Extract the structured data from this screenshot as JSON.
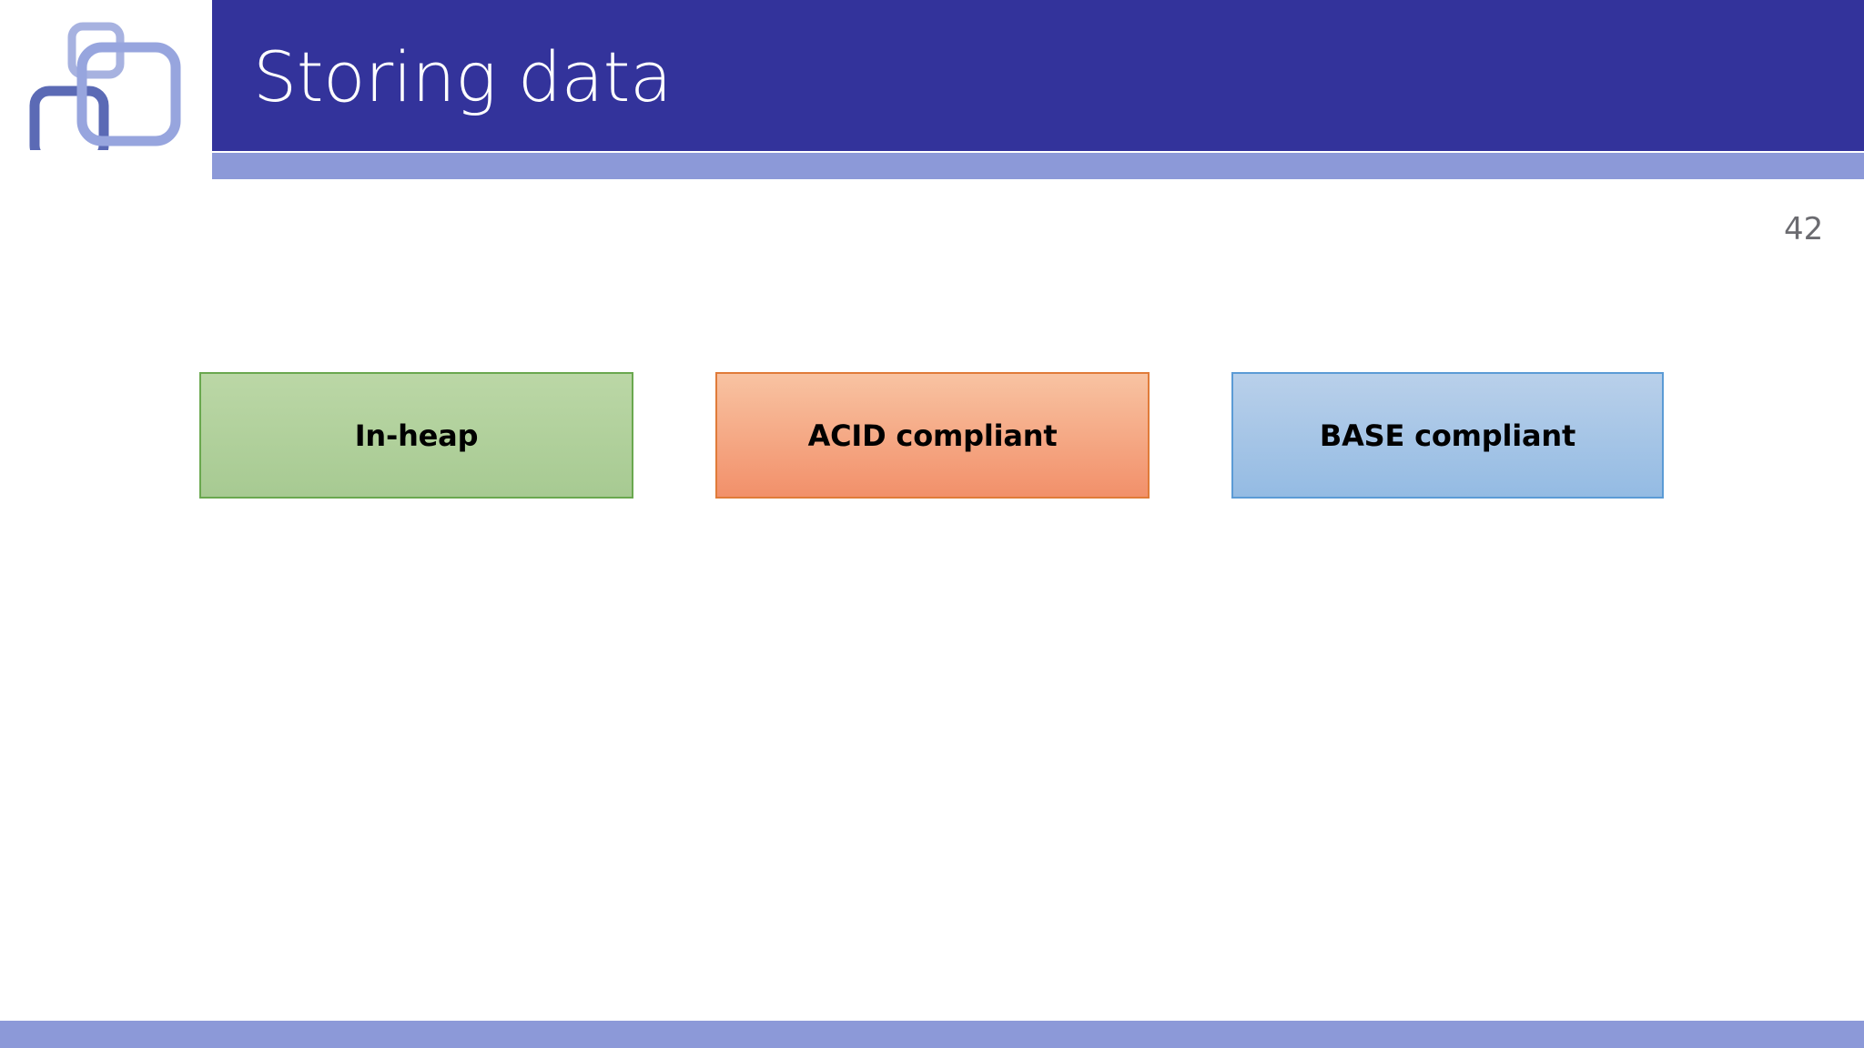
{
  "slide": {
    "title": "Storing data",
    "page_number": "42"
  },
  "logo": {
    "name": "overlapping-squares-logo",
    "colors": {
      "square_small_top": "#a7b2e0",
      "square_large_mid": "#97a5de",
      "square_dark_bottom": "#5b6ab5"
    }
  },
  "header": {
    "band_dark_color": "#33339b",
    "band_light_color": "#8c99d8"
  },
  "boxes": [
    {
      "label": "In-heap",
      "fill_top": "#bbd7a6",
      "fill_bottom": "#a7ca92",
      "border": "#6aa84f"
    },
    {
      "label": "ACID compliant",
      "fill_top": "#f8c3a2",
      "fill_bottom": "#f2906a",
      "border": "#e07b39"
    },
    {
      "label": "BASE compliant",
      "fill_top": "#b9d0ea",
      "fill_bottom": "#94bbe3",
      "border": "#5b9bd5"
    }
  ],
  "footer": {
    "band_color": "#8c99d8"
  }
}
